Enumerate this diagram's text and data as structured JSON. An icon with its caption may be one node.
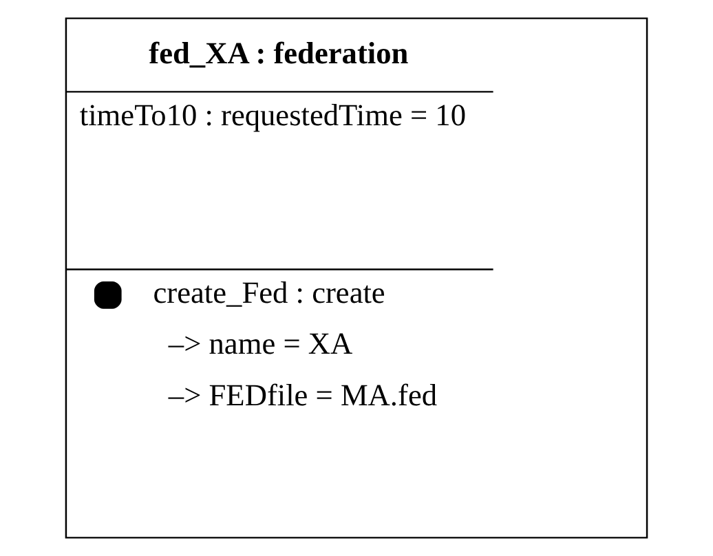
{
  "diagram": {
    "nodes": [
      {
        "text": [
          "fed_XA : federation",
          "timeTo10 : requestedTime = 10",
          "create_Fed : create",
          "–> name = XA",
          "–> FEDfile = MA.fed"
        ]
      }
    ]
  }
}
